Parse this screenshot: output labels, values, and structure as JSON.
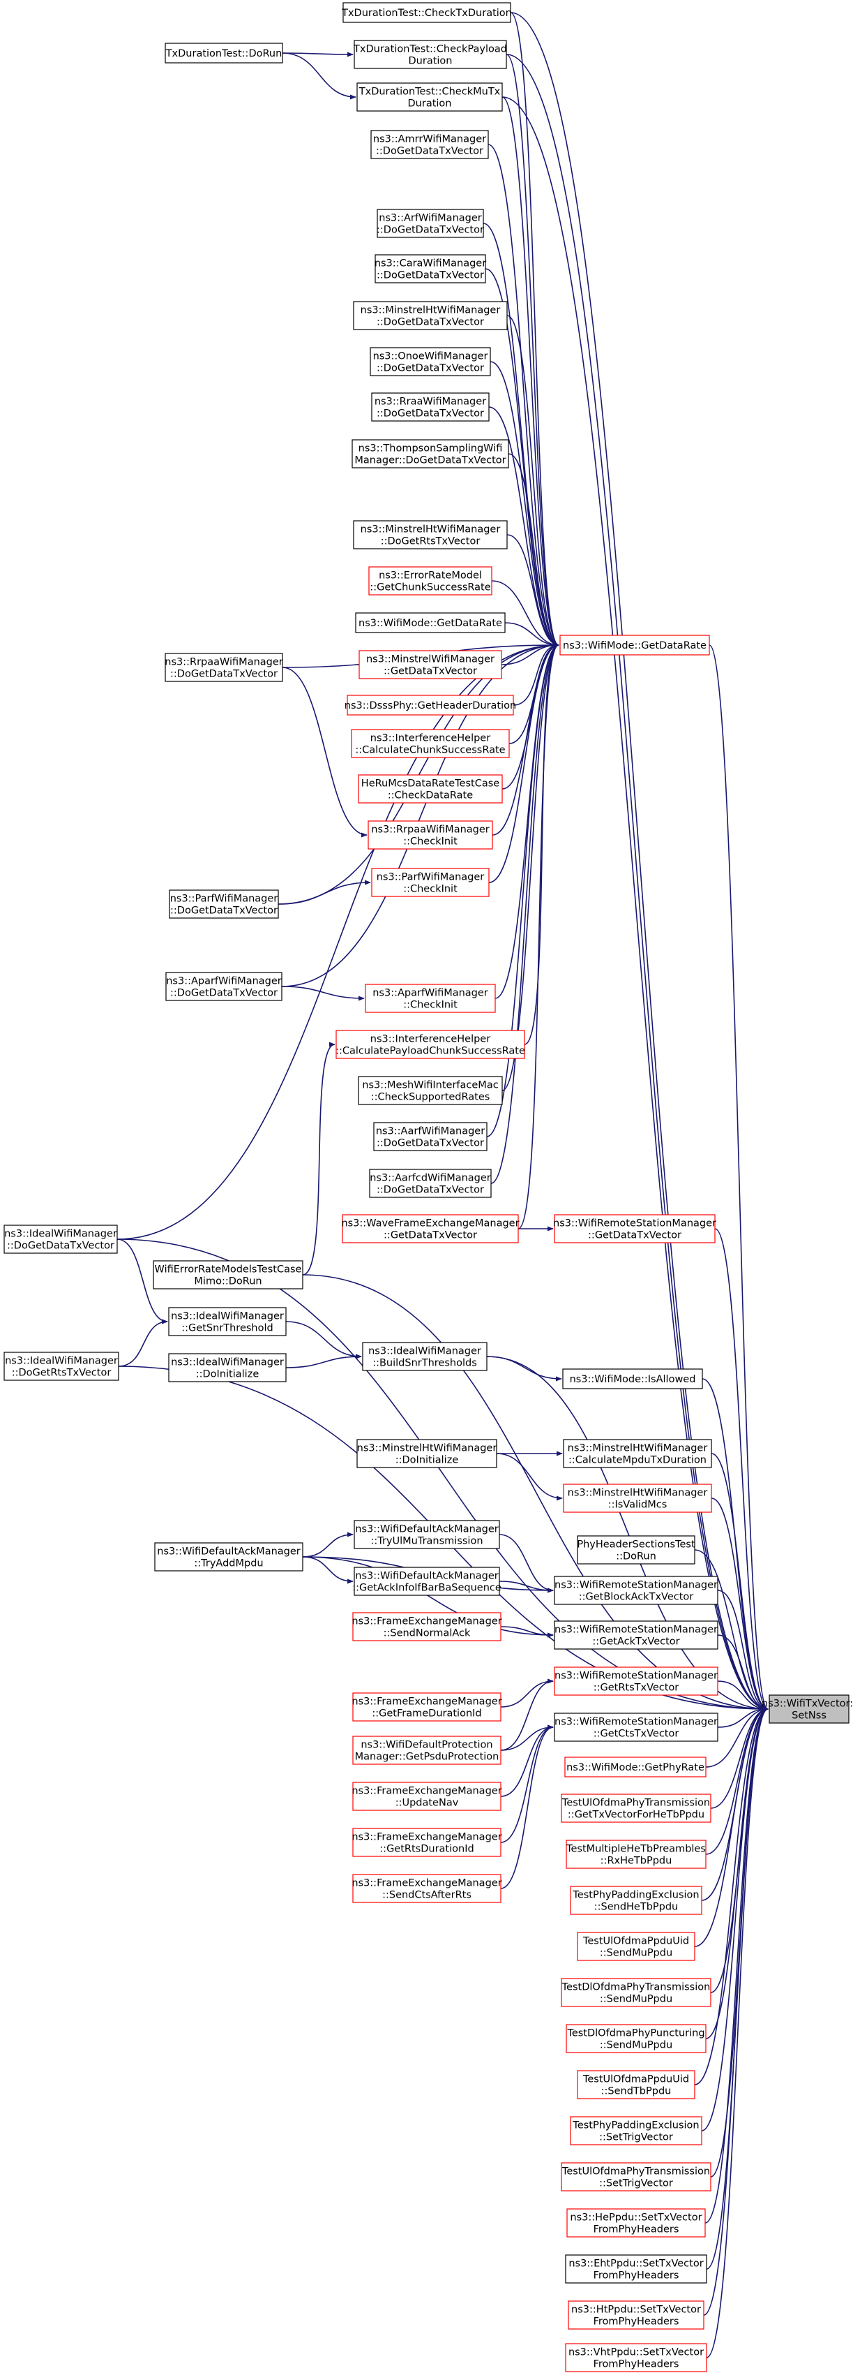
{
  "colors": {
    "edge": "#191970",
    "normal_border": "#000000",
    "incomplete_border": "#ff0000",
    "target_fill": "#bfbfbf",
    "node_fill": "#ffffff"
  },
  "nodes": [
    {
      "id": "txdur_check",
      "lines": [
        "TxDurationTest::CheckTxDuration"
      ],
      "style": "normal"
    },
    {
      "id": "txdur_dorun",
      "lines": [
        "TxDurationTest::DoRun"
      ],
      "style": "normal"
    },
    {
      "id": "txdur_payload",
      "lines": [
        "TxDurationTest::CheckPayload",
        "Duration"
      ],
      "style": "normal"
    },
    {
      "id": "txdur_mutx",
      "lines": [
        "TxDurationTest::CheckMuTx",
        "Duration"
      ],
      "style": "normal"
    },
    {
      "id": "amrr",
      "lines": [
        "ns3::AmrrWifiManager",
        "::DoGetDataTxVector"
      ],
      "style": "normal"
    },
    {
      "id": "arf",
      "lines": [
        "ns3::ArfWifiManager",
        "::DoGetDataTxVector"
      ],
      "style": "normal"
    },
    {
      "id": "cara",
      "lines": [
        "ns3::CaraWifiManager",
        "::DoGetDataTxVector"
      ],
      "style": "normal"
    },
    {
      "id": "minstrel_ht_manager",
      "lines": [
        "ns3::MinstrelHtWifiManager",
        "::DoGetDataTxVector"
      ],
      "style": "normal"
    },
    {
      "id": "onoe",
      "lines": [
        "ns3::OnoeWifiManager",
        "::DoGetDataTxVector"
      ],
      "style": "normal"
    },
    {
      "id": "rraa",
      "lines": [
        "ns3::RraaWifiManager",
        "::DoGetDataTxVector"
      ],
      "style": "normal"
    },
    {
      "id": "thompson",
      "lines": [
        "ns3::ThompsonSamplingWifi",
        "Manager::DoGetDataTxVector"
      ],
      "style": "normal"
    },
    {
      "id": "minstrel_ht_rts",
      "lines": [
        "ns3::MinstrelHtWifiManager",
        "::DoGetRtsTxVector"
      ],
      "style": "normal"
    },
    {
      "id": "error_rate_model",
      "lines": [
        "ns3::ErrorRateModel",
        "::GetChunkSuccessRate"
      ],
      "style": "incomplete"
    },
    {
      "id": "wifimode_getdatarate_small",
      "lines": [
        "ns3::WifiMode::GetDataRate"
      ],
      "style": "normal"
    },
    {
      "id": "minstrel_getdatatx",
      "lines": [
        "ns3::MinstrelWifiManager",
        "::GetDataTxVector"
      ],
      "style": "incomplete"
    },
    {
      "id": "dsss",
      "lines": [
        "ns3::DsssPhy::GetHeaderDuration"
      ],
      "style": "incomplete"
    },
    {
      "id": "interference_chunk",
      "lines": [
        "ns3::InterferenceHelper",
        "::CalculateChunkSuccessRate"
      ],
      "style": "incomplete"
    },
    {
      "id": "heru",
      "lines": [
        "HeRuMcsDataRateTestCase",
        "::CheckDataRate"
      ],
      "style": "incomplete"
    },
    {
      "id": "rrpaa_checkinit",
      "lines": [
        "ns3::RrpaaWifiManager",
        "::CheckInit"
      ],
      "style": "incomplete"
    },
    {
      "id": "parf_checkinit",
      "lines": [
        "ns3::ParfWifiManager",
        "::CheckInit"
      ],
      "style": "incomplete"
    },
    {
      "id": "aparf_checkinit",
      "lines": [
        "ns3::AparfWifiManager",
        "::CheckInit"
      ],
      "style": "incomplete"
    },
    {
      "id": "interference_payload",
      "lines": [
        "ns3::InterferenceHelper",
        "::CalculatePayloadChunkSuccessRate"
      ],
      "style": "incomplete"
    },
    {
      "id": "mesh",
      "lines": [
        "ns3::MeshWifiInterfaceMac",
        "::CheckSupportedRates"
      ],
      "style": "normal"
    },
    {
      "id": "aarf",
      "lines": [
        "ns3::AarfWifiManager",
        "::DoGetDataTxVector"
      ],
      "style": "normal"
    },
    {
      "id": "aarfcd",
      "lines": [
        "ns3::AarfcdWifiManager",
        "::DoGetDataTxVector"
      ],
      "style": "normal"
    },
    {
      "id": "wave",
      "lines": [
        "ns3::WaveFrameExchangeManager",
        "::GetDataTxVector"
      ],
      "style": "incomplete"
    },
    {
      "id": "rrpaa_dogetdata",
      "lines": [
        "ns3::RrpaaWifiManager",
        "::DoGetDataTxVector"
      ],
      "style": "normal"
    },
    {
      "id": "parf_dogetdata",
      "lines": [
        "ns3::ParfWifiManager",
        "::DoGetDataTxVector"
      ],
      "style": "normal"
    },
    {
      "id": "aparf_dogetdata",
      "lines": [
        "ns3::AparfWifiManager",
        "::DoGetDataTxVector"
      ],
      "style": "normal"
    },
    {
      "id": "getdatarate_main",
      "lines": [
        "ns3::WifiMode::GetDataRate"
      ],
      "style": "incomplete"
    },
    {
      "id": "ideal_dogetdata",
      "lines": [
        "ns3::IdealWifiManager",
        "::DoGetDataTxVector"
      ],
      "style": "normal"
    },
    {
      "id": "wifi_error_models",
      "lines": [
        "WifiErrorRateModelsTestCase",
        "Mimo::DoRun"
      ],
      "style": "normal"
    },
    {
      "id": "ideal_getsnr",
      "lines": [
        "ns3::IdealWifiManager",
        "::GetSnrThreshold"
      ],
      "style": "normal"
    },
    {
      "id": "ideal_dogetrts",
      "lines": [
        "ns3::IdealWifiManager",
        "::DoGetRtsTxVector"
      ],
      "style": "normal"
    },
    {
      "id": "ideal_doinit",
      "lines": [
        "ns3::IdealWifiManager",
        "::DoInitialize"
      ],
      "style": "normal"
    },
    {
      "id": "ideal_buildsnr",
      "lines": [
        "ns3::IdealWifiManager",
        "::BuildSnrThresholds"
      ],
      "style": "normal"
    },
    {
      "id": "remote_getdatatx",
      "lines": [
        "ns3::WifiRemoteStationManager",
        "::GetDataTxVector"
      ],
      "style": "incomplete"
    },
    {
      "id": "wifimode_isallowed",
      "lines": [
        "ns3::WifiMode::IsAllowed"
      ],
      "style": "normal"
    },
    {
      "id": "minstrelht_doinit",
      "lines": [
        "ns3::MinstrelHtWifiManager",
        "::DoInitialize"
      ],
      "style": "normal"
    },
    {
      "id": "minstrelht_calc",
      "lines": [
        "ns3::MinstrelHtWifiManager",
        "::CalculateMpduTxDuration"
      ],
      "style": "normal"
    },
    {
      "id": "minstrelht_isvalid",
      "lines": [
        "ns3::MinstrelHtWifiManager",
        "::IsValidMcs"
      ],
      "style": "incomplete"
    },
    {
      "id": "phyheader",
      "lines": [
        "PhyHeaderSectionsTest",
        "::DoRun"
      ],
      "style": "normal"
    },
    {
      "id": "defaultack_tryadd",
      "lines": [
        "ns3::WifiDefaultAckManager",
        "::TryAddMpdu"
      ],
      "style": "normal"
    },
    {
      "id": "defaultack_tryul",
      "lines": [
        "ns3::WifiDefaultAckManager",
        "::TryUlMuTransmission"
      ],
      "style": "normal"
    },
    {
      "id": "defaultack_getackinfo",
      "lines": [
        "ns3::WifiDefaultAckManager",
        "::GetAckInfoIfBarBaSequence"
      ],
      "style": "normal"
    },
    {
      "id": "remote_getblockack",
      "lines": [
        "ns3::WifiRemoteStationManager",
        "::GetBlockAckTxVector"
      ],
      "style": "normal"
    },
    {
      "id": "fem_sendnormalack",
      "lines": [
        "ns3::FrameExchangeManager",
        "::SendNormalAck"
      ],
      "style": "incomplete"
    },
    {
      "id": "remote_getack",
      "lines": [
        "ns3::WifiRemoteStationManager",
        "::GetAckTxVector"
      ],
      "style": "normal"
    },
    {
      "id": "remote_getrts",
      "lines": [
        "ns3::WifiRemoteStationManager",
        "::GetRtsTxVector"
      ],
      "style": "incomplete"
    },
    {
      "id": "fem_getframeduration",
      "lines": [
        "ns3::FrameExchangeManager",
        "::GetFrameDurationId"
      ],
      "style": "incomplete"
    },
    {
      "id": "remote_getcts",
      "lines": [
        "ns3::WifiRemoteStationManager",
        "::GetCtsTxVector"
      ],
      "style": "normal"
    },
    {
      "id": "defaultprot",
      "lines": [
        "ns3::WifiDefaultProtection",
        "Manager::GetPsduProtection"
      ],
      "style": "incomplete"
    },
    {
      "id": "wifimode_getphyrate",
      "lines": [
        "ns3::WifiMode::GetPhyRate"
      ],
      "style": "incomplete"
    },
    {
      "id": "fem_updatenav",
      "lines": [
        "ns3::FrameExchangeManager",
        "::UpdateNav"
      ],
      "style": "incomplete"
    },
    {
      "id": "fem_getrtsdur",
      "lines": [
        "ns3::FrameExchangeManager",
        "::GetRtsDurationId"
      ],
      "style": "incomplete"
    },
    {
      "id": "fem_sendctsafter",
      "lines": [
        "ns3::FrameExchangeManager",
        "::SendCtsAfterRts"
      ],
      "style": "incomplete"
    },
    {
      "id": "ulofdma_gettx",
      "lines": [
        "TestUlOfdmaPhyTransmission",
        "::GetTxVectorForHeTbPpdu"
      ],
      "style": "incomplete"
    },
    {
      "id": "multiplehe",
      "lines": [
        "TestMultipleHeTbPreambles",
        "::RxHeTbPpdu"
      ],
      "style": "incomplete"
    },
    {
      "id": "phypadding_send",
      "lines": [
        "TestPhyPaddingExclusion",
        "::SendHeTbPpdu"
      ],
      "style": "incomplete"
    },
    {
      "id": "ulofdmappduuid_sendmu",
      "lines": [
        "TestUlOfdmaPpduUid",
        "::SendMuPpdu"
      ],
      "style": "incomplete"
    },
    {
      "id": "dlofdma_sendmu",
      "lines": [
        "TestDlOfdmaPhyTransmission",
        "::SendMuPpdu"
      ],
      "style": "incomplete"
    },
    {
      "id": "dlofdma_punct",
      "lines": [
        "TestDlOfdmaPhyPuncturing",
        "::SendMuPpdu"
      ],
      "style": "incomplete"
    },
    {
      "id": "ulofdmappduuid_sendtb",
      "lines": [
        "TestUlOfdmaPpduUid",
        "::SendTbPpdu"
      ],
      "style": "incomplete"
    },
    {
      "id": "phypadding_settrig",
      "lines": [
        "TestPhyPaddingExclusion",
        "::SetTrigVector"
      ],
      "style": "incomplete"
    },
    {
      "id": "ulofdma_settrig",
      "lines": [
        "TestUlOfdmaPhyTransmission",
        "::SetTrigVector"
      ],
      "style": "incomplete"
    },
    {
      "id": "heppdu",
      "lines": [
        "ns3::HePpdu::SetTxVector",
        "FromPhyHeaders"
      ],
      "style": "incomplete"
    },
    {
      "id": "ehtppdu",
      "lines": [
        "ns3::EhtPpdu::SetTxVector",
        "FromPhyHeaders"
      ],
      "style": "normal"
    },
    {
      "id": "htppdu",
      "lines": [
        "ns3::HtPpdu::SetTxVector",
        "FromPhyHeaders"
      ],
      "style": "incomplete"
    },
    {
      "id": "vhtppdu",
      "lines": [
        "ns3::VhtPpdu::SetTxVector",
        "FromPhyHeaders"
      ],
      "style": "incomplete"
    },
    {
      "id": "target",
      "lines": [
        "ns3::WifiTxVector::",
        "SetNss"
      ],
      "style": "target"
    }
  ]
}
